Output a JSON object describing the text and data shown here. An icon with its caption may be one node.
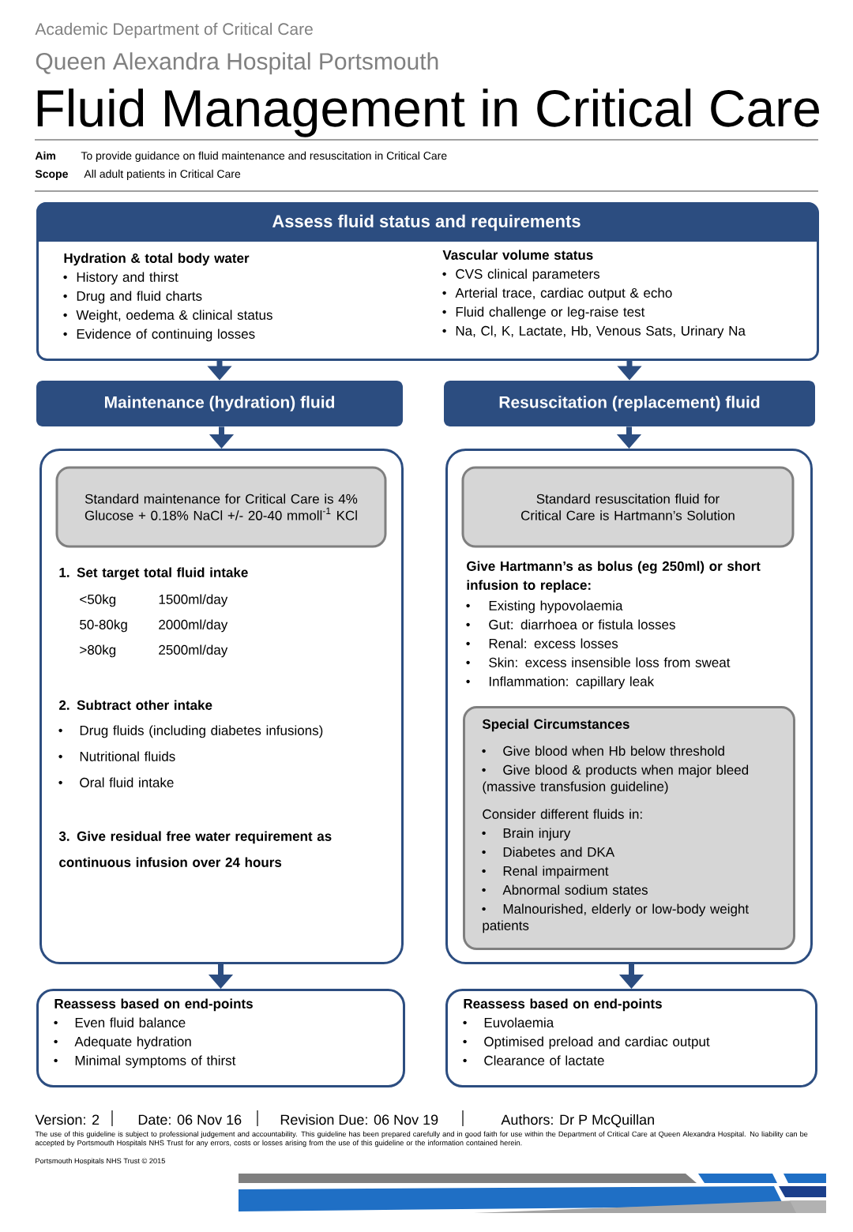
{
  "diagram": {
    "title": "Fluid Management in Critical Care",
    "nodes": [
      {
        "text": [
          "Assess fluid status and requirements",
          "Hydration & total body water",
          "History and thirst",
          "Drug and fluid charts",
          "Weight, oedema & clinical status",
          "Evidence of continuing losses",
          "Vascular volume status",
          "CVS clinical parameters",
          "Arterial trace, cardiac output & echo",
          "Fluid challenge or leg-raise test",
          "Na, Cl, K, Lactate, Hb, Venous Sats, Urinary Na"
        ]
      },
      {
        "text": [
          "Maintenance (hydration) fluid"
        ]
      },
      {
        "text": [
          "Resuscitation (replacement) fluid"
        ]
      },
      {
        "text": [
          "1. Set target total fluid intake",
          "<50kg",
          "1500ml/day",
          "50-80kg",
          "2000ml/day",
          ">80kg",
          "2500ml/day",
          "2. Subtract other intake",
          "Drug fluids (including diabetes infusions)",
          "Nutritional fluids",
          "Oral fluid intake",
          "3. Give residual free water requirement as continuous infusion over 24 hours"
        ]
      },
      {
        "text": [
          "Standard maintenance for Critical Care is 4% Glucose + 0.18% NaCl +/- 20-40 mmoll$^{-1}$ KCl"
        ],
        "in": 3
      },
      {
        "text": [
          "Give Hartmann’s as bolus (eg 250ml) or short infusion to replace:",
          "Existing hypovolaemia",
          "Gut: diarrhoea or fistula losses",
          "Renal: excess losses",
          "Skin: excess insensible loss from sweat",
          "Inflammation: capillary leak"
        ]
      },
      {
        "text": [
          "Standard resuscitation fluid for Critical Care is Hartmann’s Solution"
        ],
        "in": 5
      },
      {
        "text": [
          "Special Circumstances",
          "Give blood when Hb below threshold",
          "Give blood & products when major bleed (massive transfusion guideline)",
          "Consider different fluids in:",
          "Brain injury",
          "Diabetes and DKA",
          "Renal impairment",
          "Abnormal sodium states",
          "Malnourished, elderly or low-body weight patients"
        ],
        "in": 5
      },
      {
        "text": [
          "Reassess based on end-points",
          "Even fluid balance",
          "Adequate hydration",
          "Minimal symptoms of thirst"
        ]
      },
      {
        "text": [
          "Reassess based on end-points",
          "Euvolaemia",
          "Optimised preload and cardiac output",
          "Clearance of lactate"
        ]
      }
    ],
    "edges": [
      {
        "from": 0,
        "to": 1,
        "arrow": "to"
      },
      {
        "from": 0,
        "to": 2,
        "arrow": "to"
      },
      {
        "from": 1,
        "to": 3,
        "arrow": "to"
      },
      {
        "from": 2,
        "to": 5,
        "arrow": "to"
      },
      {
        "from": 3,
        "to": 8,
        "arrow": "to"
      },
      {
        "from": 5,
        "to": 9,
        "arrow": "to"
      }
    ],
    "labels": [
      "Academic Department of Critical Care",
      "Queen Alexandra Hospital Portsmouth",
      "Aim",
      "To provide guidance on fluid maintenance and resuscitation in Critical Care",
      "Scope",
      "All adult patients in Critical Care",
      "Version: 2",
      "Date: 06 Nov 16",
      "Revision Due:  06 Nov 19",
      "Authors: Dr P McQuillan",
      "The use of this guideline is subject to professional judgement and accountability. This guideline has been prepared carefully and in good faith for use within the Department of Critical Care at Queen Alexandra Hospital. No liability can be accepted by Portsmouth Hospitals NHS Trust for any errors, costs or losses arising from the use of this guideline or the information contained herein.",
      "Portsmouth Hospitals NHS Trust © 2015"
    ]
  }
}
